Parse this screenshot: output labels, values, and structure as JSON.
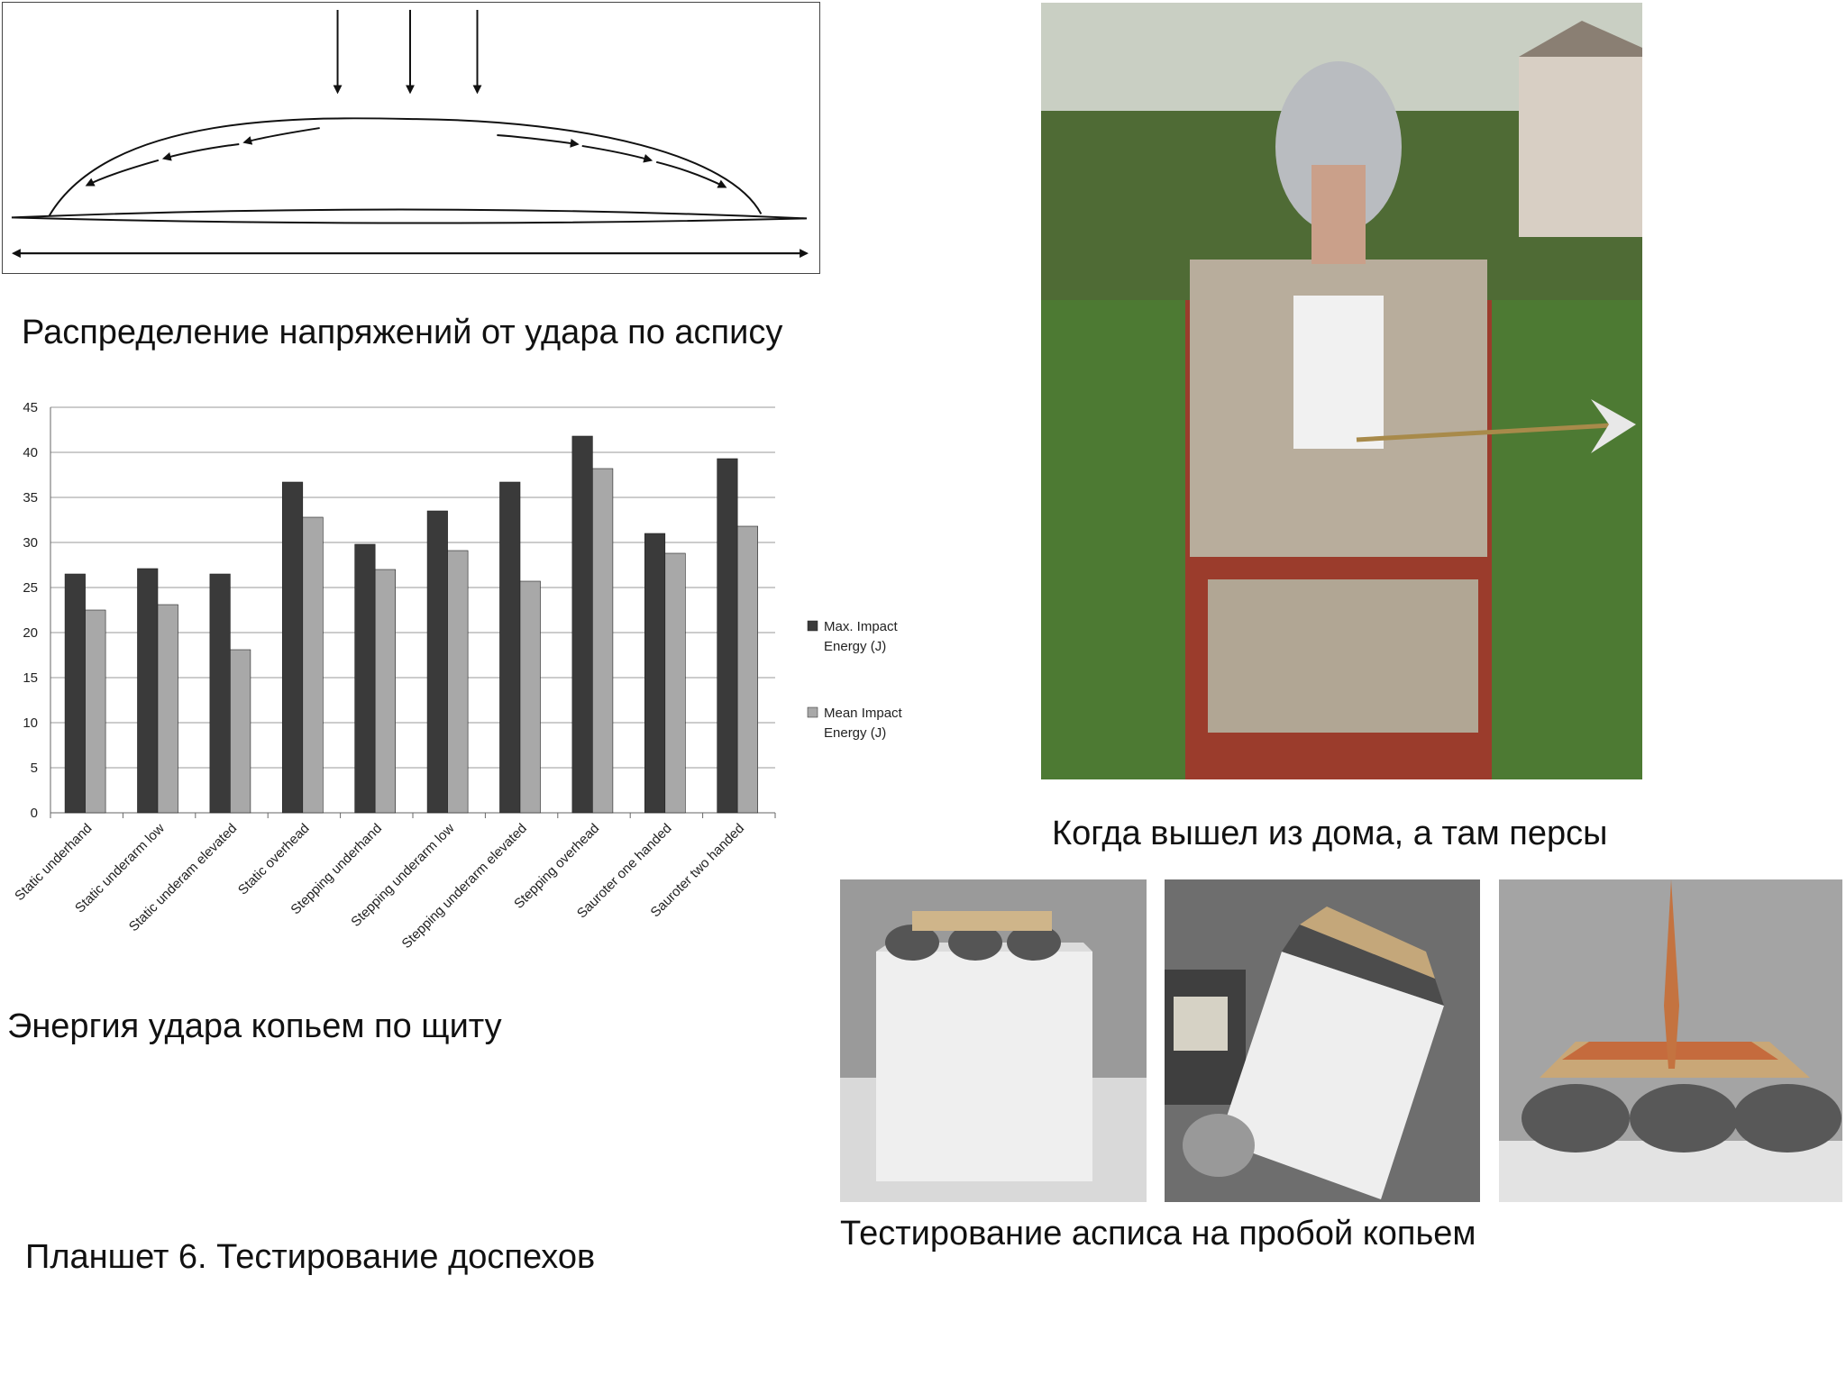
{
  "captions": {
    "stress": "Распределение напряжений от удара по аспису",
    "energy": "Энергия удара копьем по щиту",
    "persians": "Когда вышел из дома, а там персы",
    "spear_test": "Тестирование асписа на пробой копьем",
    "board": "Планшет 6. Тестирование доспехов"
  },
  "chart_data": {
    "type": "bar",
    "categories": [
      "Static underhand",
      "Static underarm low",
      "Static underam elevated",
      "Static overhead",
      "Stepping underhand",
      "Stepping underarm low",
      "Stepping underarm elevated",
      "Stepping overhead",
      "Sauroter one handed",
      "Sauroter two handed"
    ],
    "series": [
      {
        "name": "Max. Impact Energy (J)",
        "color": "#3a3a3a",
        "values": [
          26.5,
          27.1,
          26.5,
          36.7,
          29.8,
          33.5,
          36.7,
          41.8,
          31.0,
          39.3
        ]
      },
      {
        "name": "Mean Impact Energy (J)",
        "color": "#a8a8a8",
        "values": [
          22.5,
          23.1,
          18.1,
          32.8,
          27.0,
          29.1,
          25.7,
          38.2,
          28.8,
          31.8
        ]
      }
    ],
    "yticks": [
      0,
      5,
      10,
      15,
      20,
      25,
      30,
      35,
      40,
      45
    ],
    "ylim": [
      0,
      45
    ],
    "grid": true,
    "legend": "right",
    "title": "",
    "xlabel": "",
    "ylabel": ""
  }
}
